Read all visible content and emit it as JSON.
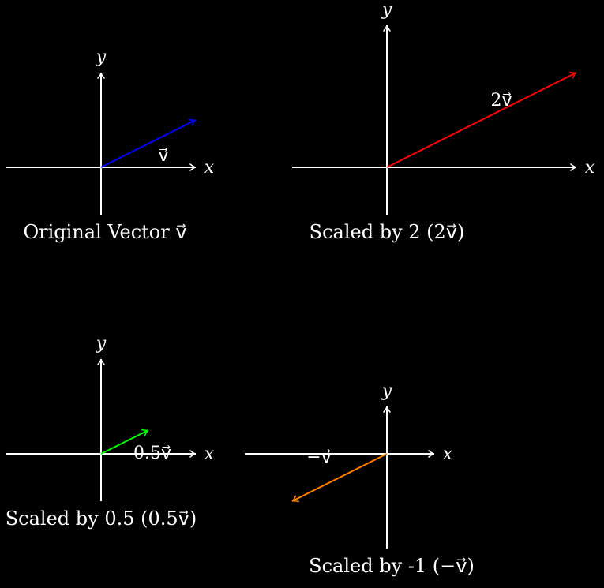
{
  "colors": {
    "background": "#000000",
    "axes": "#ffffff",
    "text": "#ffffff"
  },
  "panels": [
    {
      "id": "original",
      "caption": "Original Vector v⃗",
      "x_axis_label": "x",
      "y_axis_label": "y",
      "vector": {
        "scale": 1,
        "components": [
          2,
          1
        ],
        "label": "v⃗",
        "color": "#0000ff"
      }
    },
    {
      "id": "scaled-2",
      "caption": "Scaled by 2 (2v⃗)",
      "x_axis_label": "x",
      "y_axis_label": "y",
      "vector": {
        "scale": 2,
        "components": [
          4,
          2
        ],
        "label": "2v⃗",
        "color": "#ff0000"
      }
    },
    {
      "id": "scaled-0-5",
      "caption": "Scaled by 0.5 (0.5v⃗)",
      "x_axis_label": "x",
      "y_axis_label": "y",
      "vector": {
        "scale": 0.5,
        "components": [
          1,
          0.5
        ],
        "label": "0.5v⃗",
        "color": "#00ff00"
      }
    },
    {
      "id": "scaled-neg-1",
      "caption": "Scaled by -1 (−v⃗)",
      "x_axis_label": "x",
      "y_axis_label": "y",
      "vector": {
        "scale": -1,
        "components": [
          -2,
          -1
        ],
        "label": "−v⃗",
        "color": "#ff8000"
      }
    }
  ]
}
